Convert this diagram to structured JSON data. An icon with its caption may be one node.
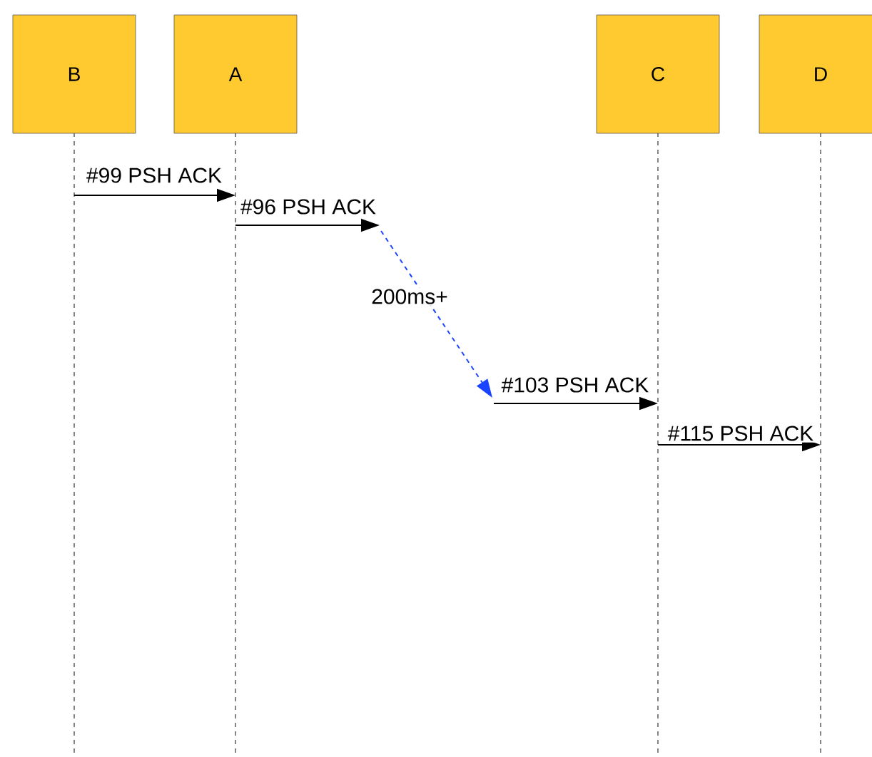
{
  "diagram": {
    "nodes": [
      {
        "text": [
          "B"
        ]
      },
      {
        "text": [
          "A"
        ]
      },
      {
        "text": [
          "C"
        ]
      },
      {
        "text": [
          "D"
        ]
      }
    ],
    "edges": [
      {
        "from": 0,
        "to": 1,
        "arrow": "to",
        "label": "#99 PSH ACK"
      },
      {
        "from": 1,
        "to": null,
        "arrow": "to",
        "label": "#96 PSH ACK"
      },
      {
        "from": null,
        "to": 2,
        "arrow": "to",
        "label": "#103 PSH ACK"
      },
      {
        "from": 2,
        "to": 3,
        "arrow": "to",
        "label": "#115 PSH ACK"
      }
    ],
    "labels": [
      "200ms+"
    ]
  }
}
